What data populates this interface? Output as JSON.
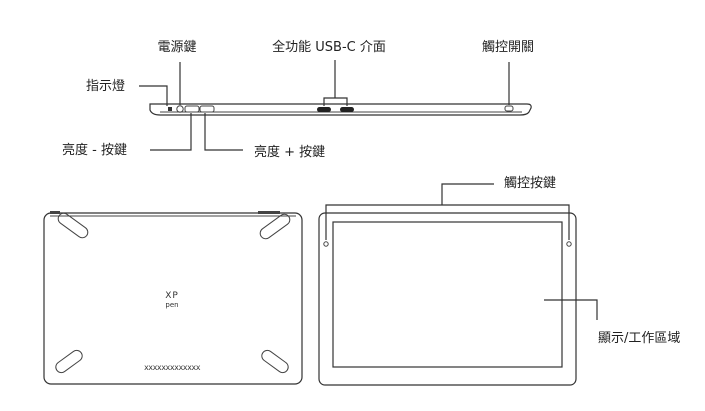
{
  "labels": {
    "power_button": "電源鍵",
    "usb_c_port": "全功能 USB-C 介面",
    "touch_switch": "觸控開關",
    "indicator_light": "指示燈",
    "brightness_minus": "亮度 - 按鍵",
    "brightness_plus": "亮度 + 按鍵",
    "touch_keys": "觸控按鍵",
    "display_area": "顯示/工作區域"
  },
  "logo": {
    "line1": "XP",
    "line2": "pen"
  },
  "pattern": "xxxxxxxxxxxxx"
}
